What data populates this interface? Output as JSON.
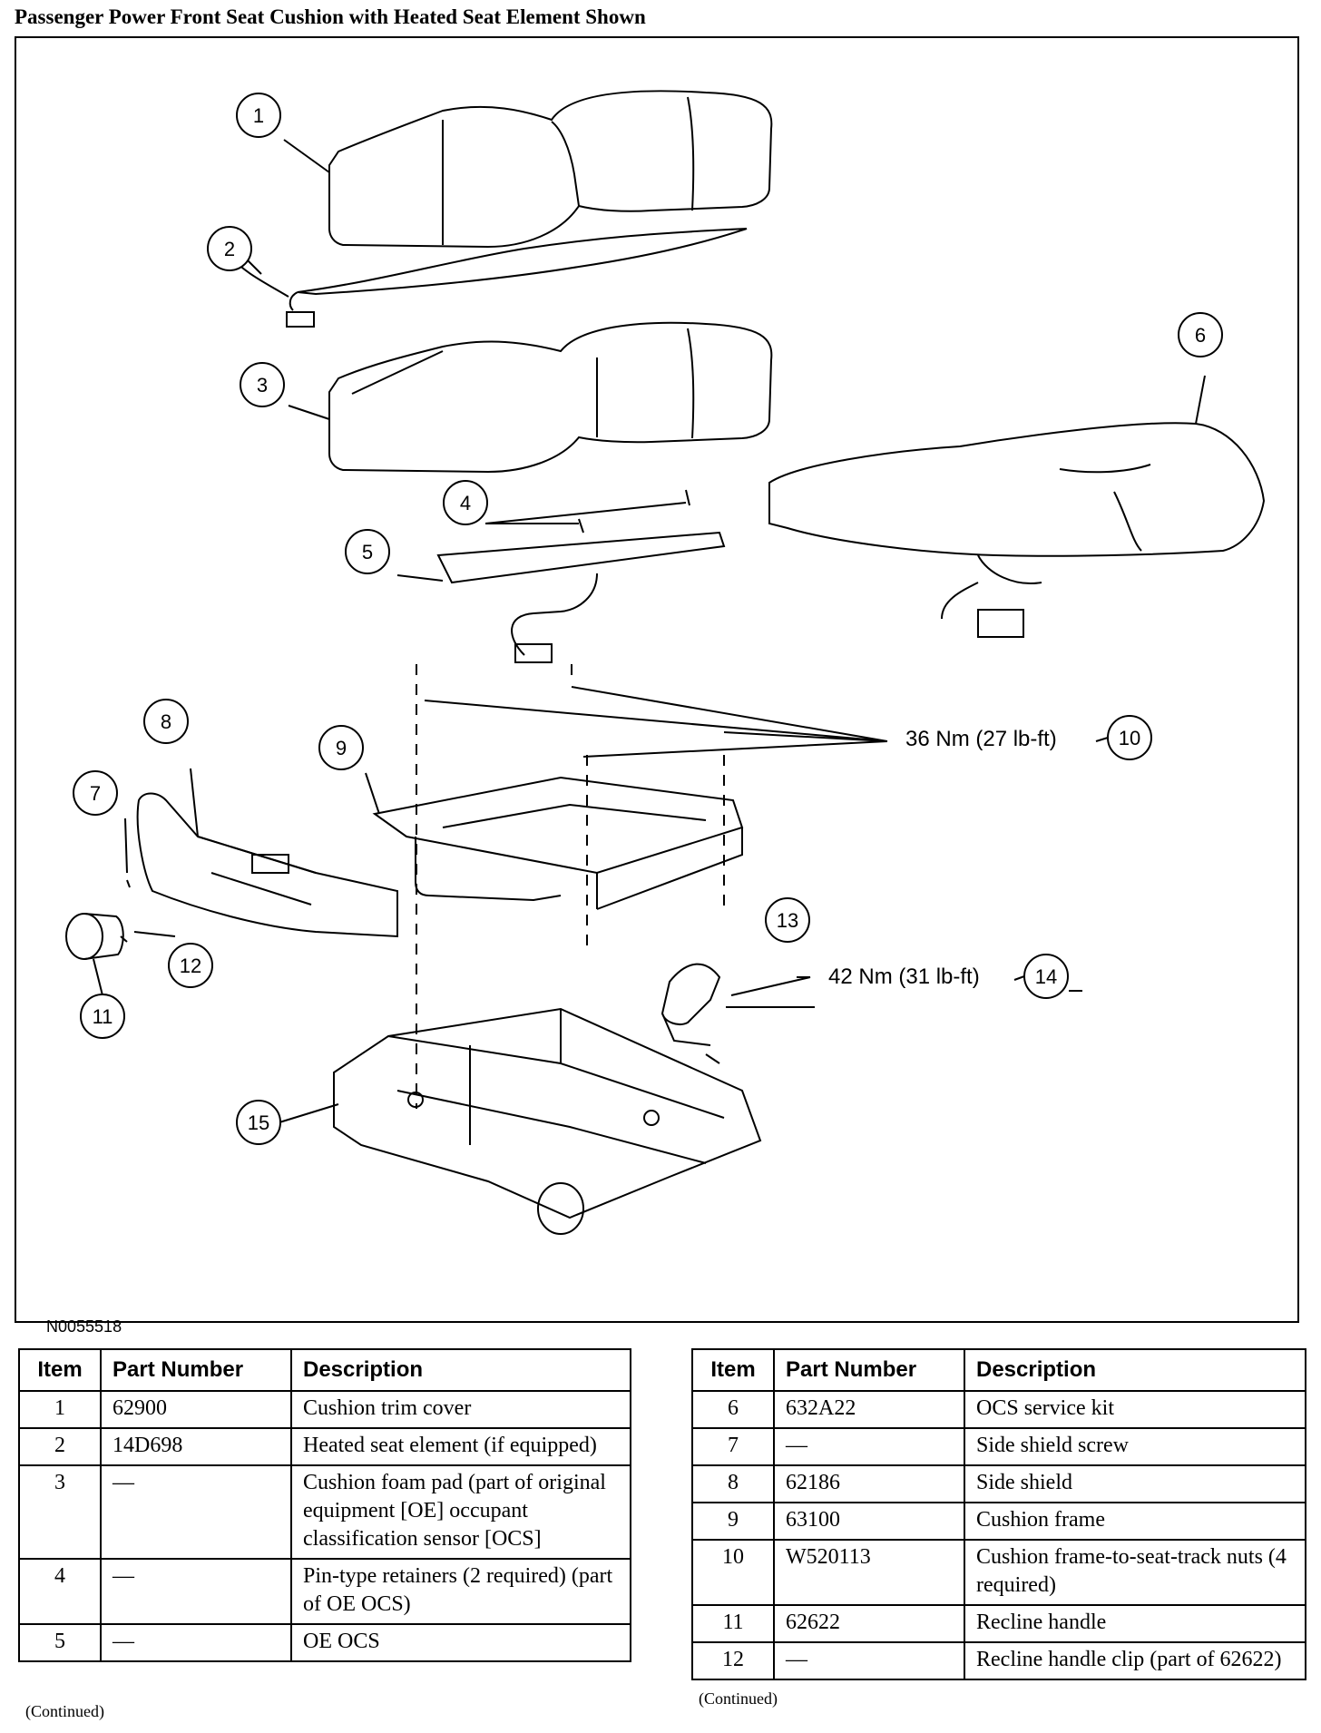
{
  "title": "Passenger Power Front Seat Cushion with Heated Seat Element Shown",
  "figure": {
    "id": "N0055518",
    "callouts": [
      "1",
      "2",
      "3",
      "4",
      "5",
      "6",
      "7",
      "8",
      "9",
      "10",
      "11",
      "12",
      "13",
      "14",
      "15"
    ],
    "torque_10": "36 Nm (27 lb-ft)",
    "torque_14": "42 Nm (31 lb-ft)"
  },
  "table_left": {
    "headers": [
      "Item",
      "Part Number",
      "Description"
    ],
    "rows": [
      {
        "item": "1",
        "part": "62900",
        "desc": "Cushion trim cover"
      },
      {
        "item": "2",
        "part": "14D698",
        "desc": "Heated seat element (if equipped)"
      },
      {
        "item": "3",
        "part": "—",
        "desc": "Cushion foam pad (part of original equipment [OE] occupant classification sensor [OCS]"
      },
      {
        "item": "4",
        "part": "—",
        "desc": "Pin-type retainers (2 required) (part of OE OCS)"
      },
      {
        "item": "5",
        "part": "—",
        "desc": "OE OCS"
      }
    ],
    "continued": "(Continued)"
  },
  "table_right": {
    "headers": [
      "Item",
      "Part Number",
      "Description"
    ],
    "rows": [
      {
        "item": "6",
        "part": "632A22",
        "desc": "OCS service kit"
      },
      {
        "item": "7",
        "part": "—",
        "desc": "Side shield screw"
      },
      {
        "item": "8",
        "part": "62186",
        "desc": "Side shield"
      },
      {
        "item": "9",
        "part": "63100",
        "desc": "Cushion frame"
      },
      {
        "item": "10",
        "part": "W520113",
        "desc": "Cushion frame-to-seat-track nuts (4 required)"
      },
      {
        "item": "11",
        "part": "62622",
        "desc": "Recline handle"
      },
      {
        "item": "12",
        "part": "—",
        "desc": "Recline handle clip (part of 62622)"
      }
    ],
    "continued": "(Continued)"
  }
}
